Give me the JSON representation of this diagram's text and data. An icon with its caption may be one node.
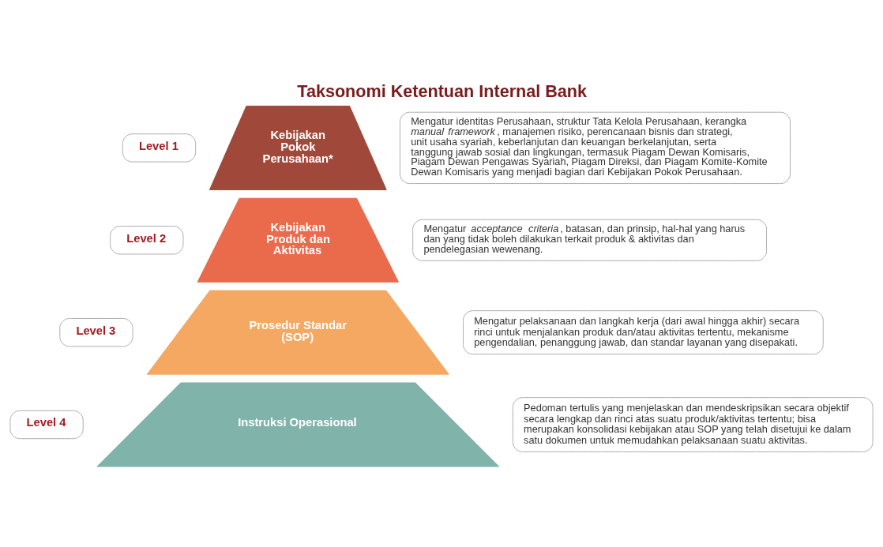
{
  "diagram": {
    "title": "Taksonomi Ketentuan Internal Bank",
    "nodes": [
      {
        "text": [
          "Level 1"
        ]
      },
      {
        "text": [
          "Kebijakan Pokok Perusahaan*"
        ]
      },
      {
        "text": [
          "Mengatur identitas Perusahaan, struktur Tata Kelola Perusahaan, kerangka *manual framework*, manajemen risiko, perencanaan bisnis dan strategi, unit usaha syariah, keberlanjutan dan keuangan berkelanjutan, serta tanggung jawab sosial dan lingkungan, termasuk Piagam Dewan Komisaris, Piagam Dewan Pengawas Syariah, Piagam Direksi, dan Piagam Komite-Komite Dewan Komisaris yang menjadi bagian dari Kebijakan Pokok Perusahaan."
        ]
      },
      {
        "text": [
          "Level 2"
        ]
      },
      {
        "text": [
          "Kebijakan Produk dan Aktivitas"
        ]
      },
      {
        "text": [
          "Mengatur *acceptance criteria*, batasan, dan prinsip, hal-hal yang harus dan yang tidak boleh dilakukan terkait produk & aktivitas dan pendelegasian wewenang."
        ]
      },
      {
        "text": [
          "Level 3"
        ]
      },
      {
        "text": [
          "Prosedur Standar (SOP)"
        ]
      },
      {
        "text": [
          "Mengatur pelaksanaan dan langkah kerja (dari awal hingga akhir) secara rinci untuk menjalankan produk dan/atau aktivitas tertentu, mekanisme pengendalian, penanggung jawab, dan standar layanan yang disepakati."
        ]
      },
      {
        "text": [
          "Level 4"
        ]
      },
      {
        "text": [
          "Instruksi Operasional"
        ]
      },
      {
        "text": [
          "Pedoman tertulis yang menjelaskan dan mendeskripsikan secara objektif secara lengkap dan rinci atas suatu produk/aktivitas tertentu; bisa merupakan konsolidasi kebijakan atau SOP yang telah disetujui ke dalam satu dokumen untuk memudahkan pelaksanaan suatu aktivitas."
        ]
      }
    ],
    "edges": []
  }
}
